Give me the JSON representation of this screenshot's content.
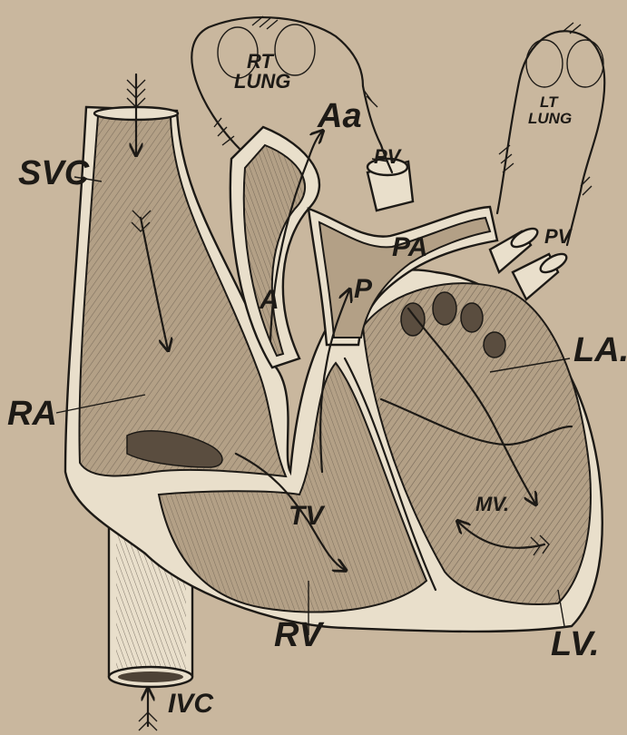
{
  "diagram": {
    "labels": {
      "svc": "SVC",
      "ra": "RA",
      "ivc": "IVC",
      "rv": "RV",
      "tv": "TV",
      "rt_lung": "RT\nLUNG",
      "aa": "Aa",
      "a": "A",
      "p": "P",
      "pa": "PA",
      "pv_right": "PV",
      "pv_left": "PV",
      "lt_lung": "LT\nLUNG",
      "la": "LA.",
      "mv": "MV.",
      "lv": "LV."
    },
    "colors": {
      "paper": "#c9b79e",
      "ink": "#1d1a16",
      "wall": "#e9dfcb"
    }
  }
}
